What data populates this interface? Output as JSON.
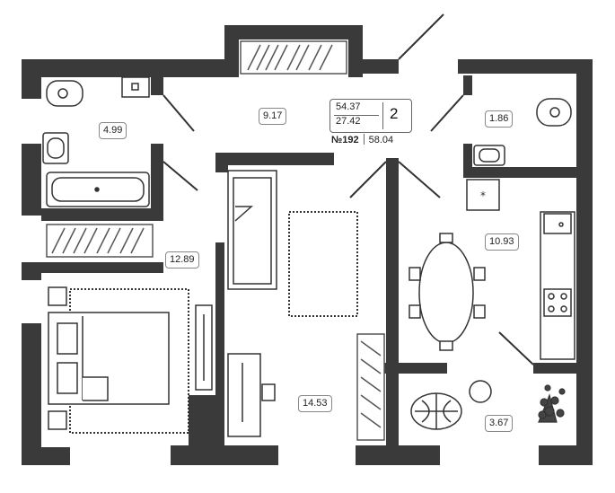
{
  "rooms": {
    "hall": "9.17",
    "bathroom": "4.99",
    "wc": "1.86",
    "bedroom": "12.89",
    "living": "14.53",
    "kitchen": "10.93",
    "balcony": "3.67"
  },
  "summary": {
    "living_area": "54.37",
    "kitchen_area": "27.42",
    "rooms": "2",
    "apartment_no": "№192",
    "total_area": "58.04"
  },
  "colors": {
    "wall": "#3a3a3a",
    "line": "#555555",
    "background": "#ffffff"
  },
  "icons": [
    "toilet-icon",
    "sink-icon",
    "bathtub-icon",
    "bed-icon",
    "bunk-bed-icon",
    "wardrobe-icon",
    "rug-icon",
    "desk-icon",
    "chair-icon",
    "dining-table-icon",
    "stove-icon",
    "fridge-icon",
    "plant-icon",
    "balloon-icon",
    "door-swing-icon",
    "window-icon"
  ]
}
